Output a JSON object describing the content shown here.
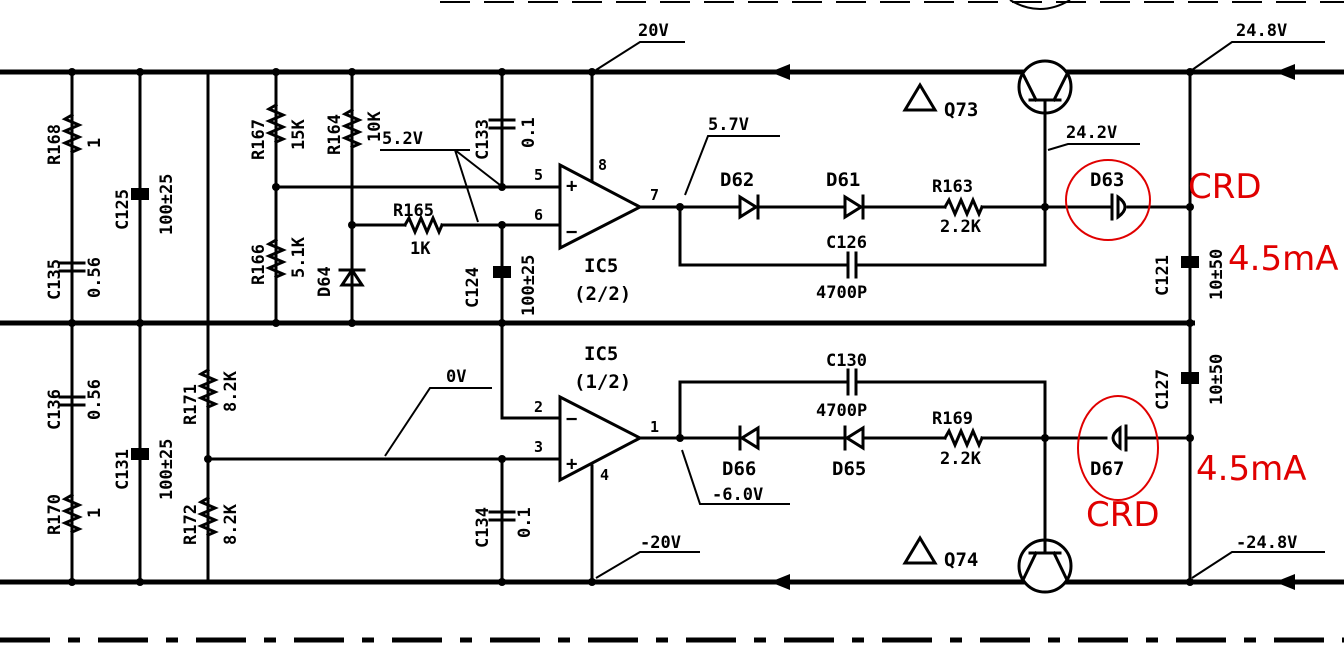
{
  "rails": {
    "pos_20v": "20V",
    "neg_20v": "-20V",
    "pos_24_8v": "24.8V",
    "neg_24_8v": "-24.8V",
    "v_24_2v": "24.2V",
    "v_5_2v": "5.2V",
    "v_5_7v": "5.7V",
    "v_0v": "0V",
    "v_neg_6v": "-6.0V"
  },
  "components": {
    "r168": "R168",
    "r168_val": "1",
    "c125": "C125",
    "c125_val": "100±25",
    "c135": "C135",
    "c135_val": "0.56",
    "c136": "C136",
    "c136_val": "0.56",
    "c131": "C131",
    "c131_val": "100±25",
    "r170": "R170",
    "r170_val": "1",
    "r167": "R167",
    "r167_val": "15K",
    "r164": "R164",
    "r164_val": "10K",
    "r166": "R166",
    "r166_val": "5.1K",
    "d64": "D64",
    "r165": "R165",
    "r165_val": "1K",
    "c133": "C133",
    "c133_val": "0.1",
    "c124": "C124",
    "c124_val": "100±25",
    "r171": "R171",
    "r171_val": "8.2K",
    "r172": "R172",
    "r172_val": "8.2K",
    "c134": "C134",
    "c134_val": "0.1",
    "ic5_a": "IC5",
    "ic5_a_unit": "(2/2)",
    "ic5_b": "IC5",
    "ic5_b_unit": "(1/2)",
    "d62": "D62",
    "d61": "D61",
    "r163": "R163",
    "r163_val": "2.2K",
    "c126": "C126",
    "c126_val": "4700P",
    "c130": "C130",
    "c130_val": "4700P",
    "d66": "D66",
    "d65": "D65",
    "r169": "R169",
    "r169_val": "2.2K",
    "d63": "D63",
    "d67": "D67",
    "q73": "Q73",
    "q74": "Q74",
    "c121": "C121",
    "c121_val": "10±50",
    "c127": "C127",
    "c127_val": "10±50"
  },
  "pins": {
    "p5": "5",
    "p6": "6",
    "p7": "7",
    "p8": "8",
    "p2": "2",
    "p3": "3",
    "p1": "1",
    "p4": "4"
  },
  "annotations": {
    "crd_top": "CRD",
    "crd_bottom": "CRD",
    "current_top": "4.5mA",
    "current_bottom": "4.5mA"
  },
  "colors": {
    "ink": "#000000",
    "annotation": "#e00000"
  }
}
